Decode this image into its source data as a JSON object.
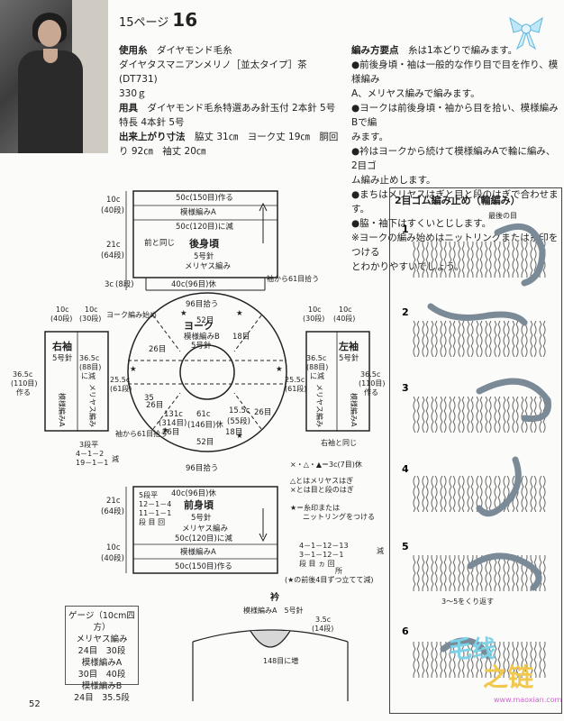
{
  "header": {
    "page_prefix": "15ページ",
    "page_number": "16"
  },
  "materials": {
    "yarn_label": "使用糸",
    "yarn_1": "ダイヤモンド毛糸",
    "yarn_2": "ダイヤタスマニアンメリノ［並太タイプ］茶(DT731)",
    "yarn_weight": "330ｇ",
    "tools_label": "用具",
    "tools_1": "ダイヤモンド毛糸特選あみ針玉付 2本針 5号",
    "tools_2": "特長 4本針 5号",
    "size_label": "出来上がり寸法",
    "size_1": "脇丈 31㎝　ヨーク丈 19㎝　胴回",
    "size_2": "り 92㎝　袖丈 20㎝"
  },
  "points": {
    "label": "編み方要点",
    "intro": "糸は1本どりで編みます。",
    "lines": [
      "●前後身頃・袖は一般的な作り目で目を作り、模様編み",
      "A、メリヤス編みで編みます。",
      "●ヨークは前後身頃・袖から目を拾い、模様編みBで編",
      "みます。",
      "●衿はヨークから続けて模様編みAで輪に編み、2目ゴ",
      "ム編み止めします。",
      "●まちはメリヤスはぎと目と段のはぎで合わせます。",
      "●脇・袖下はすくいとじします。",
      "※ヨークの編み始めはニットリングまたは糸印をつける",
      "とわかりやすいでしょう。"
    ]
  },
  "diagram": {
    "back_title": "後身頃",
    "back_needle": "5号針",
    "back_stitch": "メリヤス編み",
    "front_title": "前身頃",
    "front_needle": "5号針",
    "front_stitch": "メリヤス編み",
    "pattern_a": "模様編みA",
    "cast_on_top": "50c(150目)作る",
    "decrease_top": "50c(120目)に減",
    "top_rest": "40c(96目)休",
    "front_rest": "40c(96目)休",
    "front_decrease": "50c(120目)に減",
    "front_cast_on": "50c(150目)作る",
    "h10c_top": "10c",
    "h40_top": "(40段)",
    "h21c_top": "21c",
    "h64_top": "(64段)",
    "h3c_top": "3c",
    "h8_top": "(8段)",
    "same_label": "前と同じ",
    "yoke_title": "ヨーク",
    "yoke_pattern": "模様編みB",
    "yoke_needle": "5号針",
    "yoke_start": "ヨーク編み始め",
    "pick_96_top": "96目拾う",
    "pick_96_bottom": "96目拾う",
    "s52_top": "52目",
    "s52_bottom": "52目",
    "s26_a": "26目",
    "s18": "18目",
    "s26_b": "26目",
    "s26_c": "26目",
    "s26_d": "26目",
    "s18_b": "18目",
    "from_sleeve_r": "袖から61目拾う",
    "from_sleeve_l": "袖から61目拾う",
    "c131": "131c",
    "c314": "(314目)",
    "c61": "61c",
    "c146": "(146目)休",
    "c155": "15.5c",
    "c55": "(55段)",
    "c35": "35",
    "c255": "25.5c",
    "c61dan": "(61段)",
    "c255r": "25.5c",
    "c61danr": "(61段)",
    "right_sleeve": "右袖",
    "left_sleeve": "左袖",
    "sleeve_needle": "5号針",
    "sleeve_pattern": "模様編みA",
    "sleeve_meriyasu": "メリヤス編み",
    "sleeve_365": "36.5c",
    "sleeve_88": "(88目)",
    "sleeve_decrease": "に減",
    "sleeve_365out": "36.5c",
    "sleeve_110": "(110目)",
    "sleeve_make": "作る",
    "sleeve_10c_a": "10c",
    "sleeve_40_a": "(40段)",
    "sleeve_10c_b": "10c",
    "sleeve_30_b": "(30段)",
    "sleeve_10c_c": "10c",
    "sleeve_40_c": "(40段)",
    "sleeve_10c_d": "10c",
    "sleeve_30_d": "(30段)",
    "right_same": "右袖と同じ",
    "three_dan": "3段平",
    "dec_a": "4－1－2",
    "dec_b": "19－1－1",
    "dec_label": "減",
    "legend_1": "×・△・▲＝3c(7目)休",
    "legend_2": "×とは目と段のはぎ",
    "legend_2b": "△とはメリヤスはぎ",
    "legend_3": "★＝糸印または",
    "legend_3b": "ニットリングをつける",
    "front_dec_title": "5段平",
    "front_dec_1": "12－1－4",
    "front_dec_2": "11－1－1",
    "front_dec_3": "段 目 回",
    "front_needle_2": "5号針",
    "h21c_bot": "21c",
    "h64_bot": "(64段)",
    "h10c_bot": "10c",
    "h40_bot": "(40段)",
    "shaping_1": "4－1－12－13",
    "shaping_2": "3－1－12－1",
    "shaping_3": "段 目 ヵ 回",
    "shaping_4": "所",
    "shaping_note": "(★の前後4目ずつ立てて減)",
    "shaping_dec": "減",
    "collar_title": "衿",
    "collar_pattern": "模様編みA　5号針",
    "collar_35": "3.5c",
    "collar_14": "(14段)",
    "collar_148": "148目に増"
  },
  "gauge": {
    "title": "ゲージ（10cm四方）",
    "l1": "メリヤス編み",
    "l2": "24目　30段",
    "l3": "模様編みA",
    "l4": "30目　40段",
    "l5": "模様編みB",
    "l6": "24目　35.5段"
  },
  "bind_off": {
    "title": "2目ゴム編み止め（輪編み）",
    "last_stitch": "最後の目",
    "step_1": "1",
    "step_2": "2",
    "step_3": "3",
    "step_4": "4",
    "step_5": "5",
    "step_6": "6",
    "repeat": "3～5をくり返す"
  },
  "footer": {
    "page": "52"
  },
  "watermark": {
    "w1": "毛线",
    "w2": "之链",
    "w3": "www.maoxian.com"
  }
}
